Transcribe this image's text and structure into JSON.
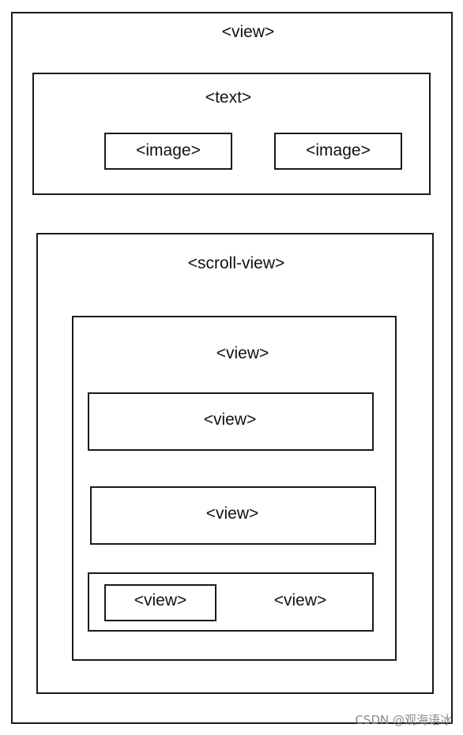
{
  "outer_view": {
    "label": "<view>"
  },
  "text_block": {
    "label": "<text>",
    "images": [
      {
        "label": "<image>"
      },
      {
        "label": "<image>"
      }
    ]
  },
  "scroll_view": {
    "label": "<scroll-view>",
    "inner_view": {
      "label": "<view>",
      "rows": [
        {
          "label": "<view>"
        },
        {
          "label": "<view>"
        }
      ],
      "bottom_row": {
        "child_label": "<view>",
        "side_label": "<view>"
      }
    }
  },
  "watermark": "CSDN @观海语冰"
}
